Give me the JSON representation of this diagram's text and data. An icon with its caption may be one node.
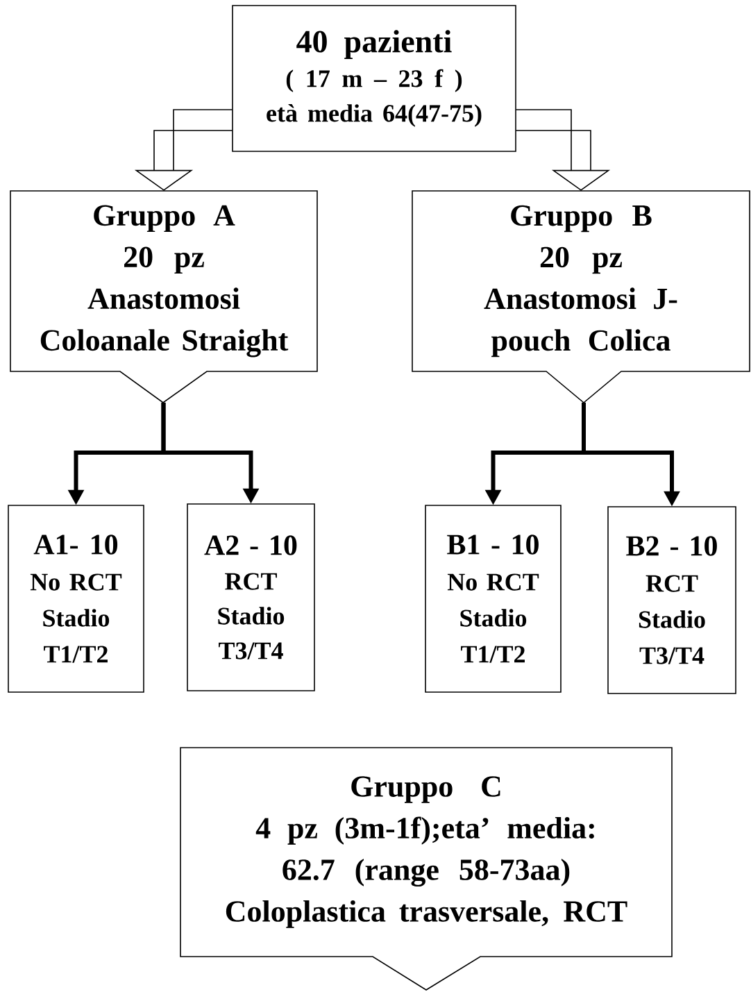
{
  "diagram": {
    "nodes": [
      {
        "text": [
          "40 pazienti",
          "( 17 m – 23 f )",
          "età media 64(47-75)"
        ]
      },
      {
        "text": [
          "Gruppo A",
          "20 pz",
          "Anastomosi Coloanale Straight"
        ]
      },
      {
        "text": [
          "Gruppo B",
          "20 pz",
          "Anastomosi J-pouch Colica"
        ]
      },
      {
        "text": [
          "A1- 10",
          "No RCT",
          "Stadio T1/T2"
        ]
      },
      {
        "text": [
          "A2 - 10",
          "RCT",
          "Stadio T3/T4"
        ]
      },
      {
        "text": [
          "B1 - 10",
          "No RCT",
          "Stadio T1/T2"
        ]
      },
      {
        "text": [
          "B2 - 10",
          "RCT",
          "Stadio T3/T4"
        ]
      },
      {
        "text": [
          "Gruppo C",
          "4 pz (3m-1f);eta’ media: 62.7 (range 58-73aa)",
          "Coloplastica trasversale, RCT"
        ]
      }
    ],
    "edges": [
      {
        "from": 0,
        "to": 1,
        "arrow": "to"
      },
      {
        "from": 0,
        "to": 2,
        "arrow": "to"
      },
      {
        "from": 1,
        "to": 3,
        "arrow": "to"
      },
      {
        "from": 1,
        "to": 4,
        "arrow": "to"
      },
      {
        "from": 2,
        "to": 5,
        "arrow": "to"
      },
      {
        "from": 2,
        "to": 6,
        "arrow": "to"
      }
    ]
  }
}
